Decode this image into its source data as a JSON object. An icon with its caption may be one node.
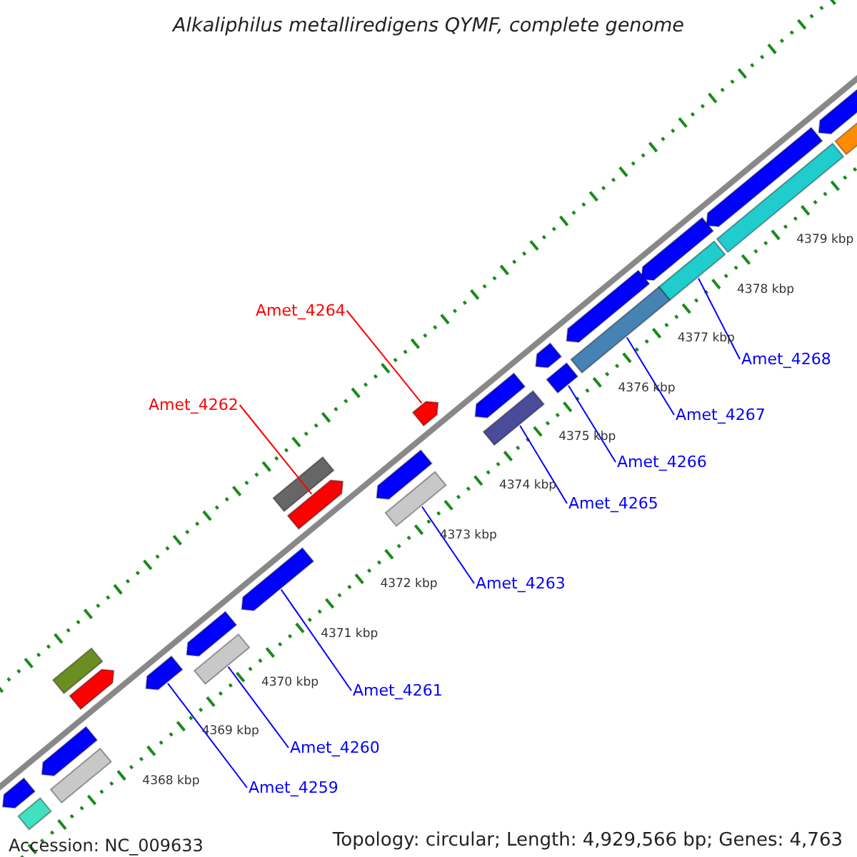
{
  "diagram": {
    "title": "Alkaliphilus metalliredigens QYMF, complete genome",
    "nodes": [
      {
        "text": [
          "Amet_4264"
        ]
      },
      {
        "text": [
          "Amet_4262"
        ]
      },
      {
        "text": [
          "Amet_4268"
        ]
      },
      {
        "text": [
          "Amet_4267"
        ]
      },
      {
        "text": [
          "Amet_4266"
        ]
      },
      {
        "text": [
          "Amet_4265"
        ]
      },
      {
        "text": [
          "Amet_4263"
        ]
      },
      {
        "text": [
          "Amet_4261"
        ]
      },
      {
        "text": [
          "Amet_4260"
        ]
      },
      {
        "text": [
          "Amet_4259"
        ]
      },
      {
        "text": [],
        "shape": "bar"
      },
      {
        "text": [],
        "shape": "bar"
      },
      {
        "text": [],
        "shape": "bar"
      },
      {
        "text": [],
        "shape": "bar"
      },
      {
        "text": [],
        "shape": "bar"
      },
      {
        "text": [],
        "shape": "bar"
      },
      {
        "text": [],
        "shape": "bar"
      },
      {
        "text": [],
        "shape": "bar"
      },
      {
        "text": [],
        "shape": "bar"
      },
      {
        "text": [],
        "shape": "bar"
      },
      {
        "text": [],
        "shape": "bar"
      },
      {
        "text": [],
        "shape": "bar"
      },
      {
        "text": [],
        "shape": "bar"
      },
      {
        "text": [],
        "shape": "bar"
      },
      {
        "text": [],
        "shape": "bar"
      },
      {
        "text": [],
        "shape": "bar"
      },
      {
        "text": [],
        "shape": "bar"
      },
      {
        "text": [],
        "shape": "bar"
      },
      {
        "text": [],
        "shape": "bar"
      },
      {
        "text": [],
        "shape": "bar"
      },
      {
        "text": [],
        "shape": "bar"
      },
      {
        "text": [],
        "shape": "bar"
      },
      {
        "text": [],
        "shape": "bar"
      },
      {
        "text": [],
        "shape": "bar"
      },
      {
        "text": [],
        "shape": "bar"
      },
      {
        "text": [],
        "shape": "bar"
      },
      {
        "text": [],
        "shape": "bar"
      }
    ],
    "edges": [
      {
        "from": 0,
        "to": 24,
        "arrow": "none",
        "color": "#ff0000"
      },
      {
        "from": 1,
        "to": 21,
        "arrow": "none",
        "color": "#ff0000"
      },
      {
        "from": 2,
        "to": 32,
        "arrow": "none"
      },
      {
        "from": 3,
        "to": 29,
        "arrow": "none"
      },
      {
        "from": 4,
        "to": 28,
        "arrow": "none"
      },
      {
        "from": 5,
        "to": 26,
        "arrow": "none"
      },
      {
        "from": 6,
        "to": 22,
        "arrow": "none"
      },
      {
        "from": 7,
        "to": 19,
        "arrow": "none"
      },
      {
        "from": 8,
        "to": 17,
        "arrow": "none"
      },
      {
        "from": 9,
        "to": 16,
        "arrow": "none"
      }
    ],
    "labels": [
      "4368 kbp",
      "4369 kbp",
      "4370 kbp",
      "4371 kbp",
      "4372 kbp",
      "4373 kbp",
      "4374 kbp",
      "4375 kbp",
      "4376 kbp",
      "4377 kbp",
      "4378 kbp",
      "4379 kbp",
      "Accession: NC_009633",
      "Topology: circular; Length: 4,929,566 bp; Genes: 4,763"
    ]
  }
}
